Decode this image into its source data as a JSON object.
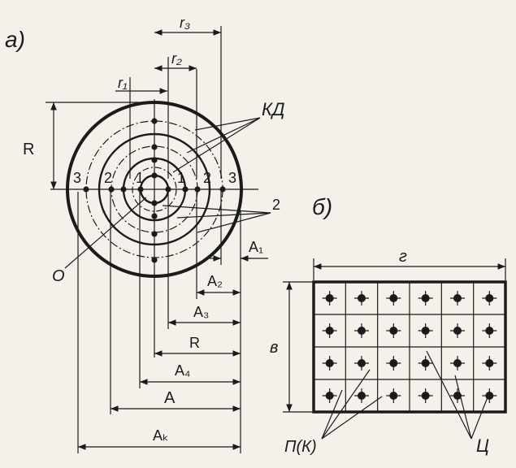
{
  "figure_a": {
    "panel_label": "а)",
    "labels": {
      "r1": "r₁",
      "r2": "r₂",
      "r3": "r₃",
      "R_radius": "R",
      "KD": "КД",
      "O": "О",
      "ring_marker": "2",
      "ring_1_left": "1",
      "ring_2_left": "2",
      "ring_3_left": "3",
      "ring_1_right": "1",
      "ring_2_right": "2",
      "ring_3_right": "3",
      "A1": "A₁",
      "A2": "A₂",
      "A3": "A₃",
      "R_dim": "R",
      "A4": "A₄",
      "A": "A",
      "Ak": "Aₖ"
    }
  },
  "figure_b": {
    "panel_label": "б)",
    "labels": {
      "width": "г",
      "height": "в",
      "PK": "П(К)",
      "C": "Ц"
    },
    "grid": {
      "rows": 4,
      "cols": 6
    }
  }
}
